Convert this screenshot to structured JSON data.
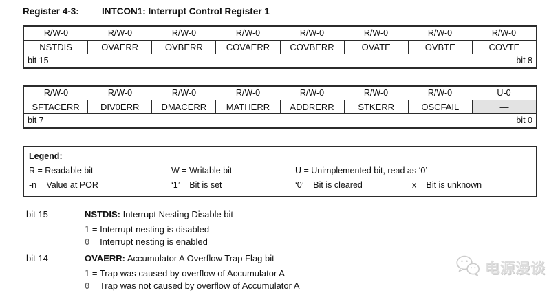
{
  "title": {
    "label": "Register 4-3:",
    "name": "INTCON1: Interrupt Control Register 1"
  },
  "register_high": {
    "access": [
      "R/W-0",
      "R/W-0",
      "R/W-0",
      "R/W-0",
      "R/W-0",
      "R/W-0",
      "R/W-0",
      "R/W-0"
    ],
    "bits": [
      "NSTDIS",
      "OVAERR",
      "OVBERR",
      "COVAERR",
      "COVBERR",
      "OVATE",
      "OVBTE",
      "COVTE"
    ],
    "bit_left": "bit 15",
    "bit_right": "bit 8"
  },
  "register_low": {
    "access": [
      "R/W-0",
      "R/W-0",
      "R/W-0",
      "R/W-0",
      "R/W-0",
      "R/W-0",
      "R/W-0",
      "U-0"
    ],
    "bits": [
      "SFTACERR",
      "DIV0ERR",
      "DMACERR",
      "MATHERR",
      "ADDRERR",
      "STKERR",
      "OSCFAIL",
      "—"
    ],
    "bit_left": "bit 7",
    "bit_right": "bit 0"
  },
  "legend": {
    "heading": "Legend:",
    "row1": [
      "R = Readable bit",
      "W = Writable bit",
      "U = Unimplemented bit, read as ‘0’"
    ],
    "row2": [
      "-n = Value at POR",
      "‘1’ = Bit is set",
      "‘0’ = Bit is cleared",
      "x = Bit is unknown"
    ]
  },
  "descriptions": [
    {
      "bit": "bit 15",
      "name": "NSTDIS:",
      "title": " Interrupt Nesting Disable bit",
      "values": [
        {
          "v": "1",
          "text": "= Interrupt nesting is disabled"
        },
        {
          "v": "0",
          "text": "= Interrupt nesting is enabled"
        }
      ]
    },
    {
      "bit": "bit 14",
      "name": "OVAERR:",
      "title": " Accumulator A Overflow Trap Flag bit",
      "values": [
        {
          "v": "1",
          "text": "= Trap was caused by overflow of Accumulator A"
        },
        {
          "v": "0",
          "text": "= Trap was not caused by overflow of Accumulator A"
        }
      ]
    }
  ],
  "watermark": {
    "text": "电源漫谈",
    "logo": "wechat-icon"
  },
  "colors": {
    "border": "#2b2b2b",
    "shaded_cell": "#e3e3e3",
    "text": "#111111",
    "watermark": "#dcdcdc"
  }
}
